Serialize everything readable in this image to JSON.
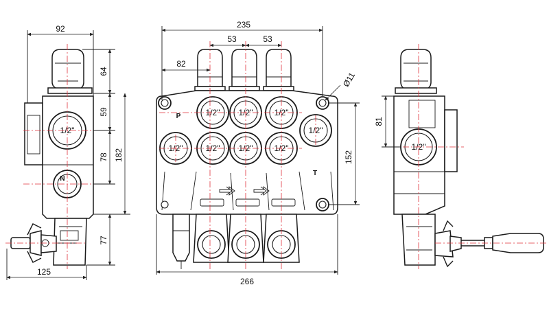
{
  "dimensions": {
    "left_width": "92",
    "cap_height": "64",
    "port_spacing_top": "59",
    "port_spacing_mid": "78",
    "left_total": "182",
    "handle_height": "77",
    "handle_width": "125",
    "overall_width": "235",
    "spool_pitch_1": "53",
    "spool_pitch_2": "53",
    "first_spool_offset": "82",
    "hole_diameter": "Ø11",
    "mount_height": "152",
    "base_width": "266",
    "right_port_height": "81"
  },
  "ports": {
    "size_label": "1/2\"",
    "pressure_label": "P",
    "tank_label": "T",
    "neutral_label": "N"
  }
}
